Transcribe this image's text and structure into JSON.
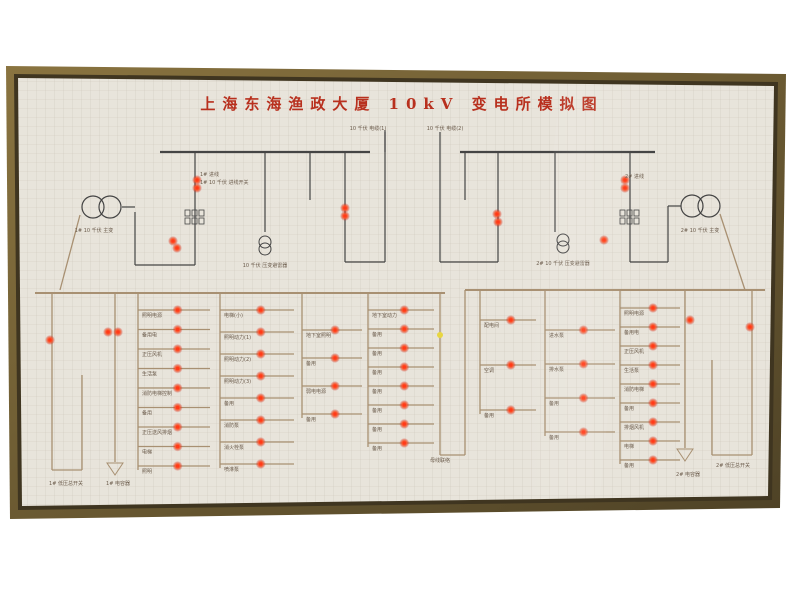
{
  "board": {
    "title": "上海东海渔政大厦 10kV 变电所模拟图"
  },
  "labels": {
    "left_transformer": "1# 10 千伏 主变",
    "right_transformer": "2# 10 千伏 主变",
    "left_incoming_1": "1# 进线",
    "left_incoming_2": "1# 10 千伏 进线开关",
    "left_pt": "10 千伏 压变避雷器",
    "left_cable": "10 千伏 电缆(1)",
    "right_cable": "10 千伏 电缆(2)",
    "right_incoming_1": "2# 进线",
    "right_pt": "2# 10 千伏 压变避雷器",
    "lv_left_main": "1# 低压总开关",
    "lv_left_cap": "1# 电容器",
    "lv_right_main": "2# 低压总开关",
    "lv_right_cap": "2# 电容器",
    "bus_tie": "母线联络"
  },
  "feeders": {
    "col1": [
      "照明电源",
      "备用电",
      "正压风机",
      "生活泵",
      "消防电梯控制",
      "备用",
      "正压送风排烟",
      "电梯",
      "照明"
    ],
    "col2": [
      "电梯(小)",
      "照明动力(1)",
      "照明动力(2)",
      "照明动力(3)",
      "备用",
      "消防泵",
      "消火栓泵",
      "喷淋泵"
    ],
    "col3": [
      "地下室照明",
      "备用",
      "弱电电源",
      "备用"
    ],
    "col4": [
      "地下室动力",
      "备用",
      "备用",
      "备用",
      "备用",
      "备用",
      "备用",
      "备用"
    ],
    "col5": [
      "配电间",
      "空调",
      "备用"
    ],
    "col6": [
      "进水泵",
      "排水泵",
      "备用",
      "备用"
    ],
    "col7": [
      "照明电源",
      "备用电",
      "正压风机",
      "生活泵",
      "消防电梯",
      "备用",
      "排烟风机",
      "电梯",
      "备用"
    ]
  }
}
